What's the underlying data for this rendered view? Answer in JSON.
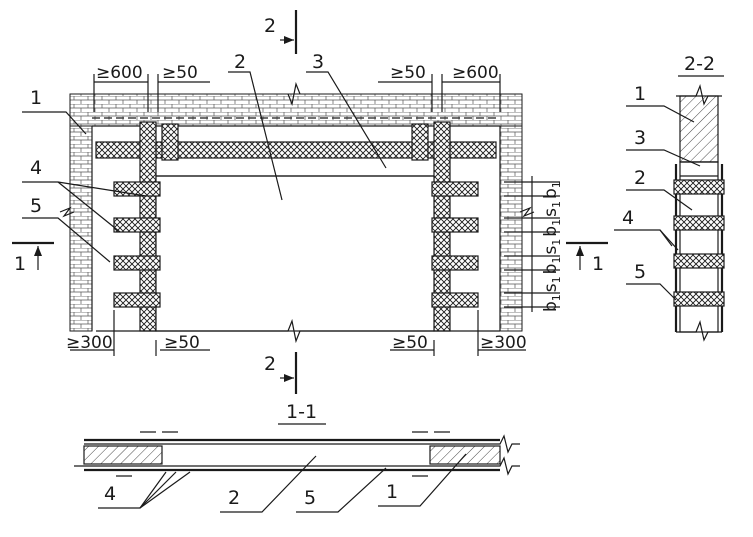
{
  "labels": {
    "dims": {
      "top_left_600": "≥600",
      "top_left_50": "≥50",
      "top_right_50": "≥50",
      "top_right_600": "≥600",
      "bottom_left_300": "≥300",
      "bottom_left_50": "≥50",
      "bottom_right_50": "≥50",
      "bottom_right_300": "≥300"
    },
    "spacing": {
      "b1_bottom": "b",
      "s1_bottom": "s",
      "b1_mid": "b",
      "s1_mid": "s",
      "b1_upper": "b",
      "s1_upper": "s",
      "b1_top": "b",
      "sub": "1"
    },
    "section_marks": {
      "cut_2_top": "2",
      "cut_2_bottom": "2",
      "cut_1_left": "1",
      "cut_1_right": "1"
    },
    "section_titles": {
      "s22": "2-2",
      "s11": "1-1"
    },
    "main_callouts": {
      "c1": "1",
      "c2": "2",
      "c3": "3",
      "c4": "4",
      "c5": "5"
    },
    "s22_callouts": {
      "c1": "1",
      "c3": "3",
      "c2": "2",
      "c4": "4",
      "c5": "5"
    },
    "s11_callouts": {
      "c4": "4",
      "c2": "2",
      "c5": "5",
      "c1": "1"
    }
  }
}
